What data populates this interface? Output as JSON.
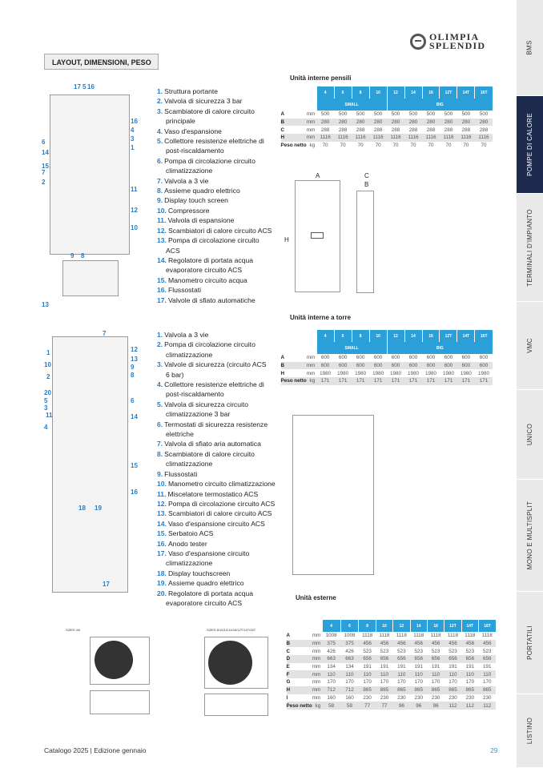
{
  "brand": {
    "line1": "OLIMPIA",
    "line2": "SPLENDID"
  },
  "section_title": "LAYOUT, DIMENSIONI, PESO",
  "sidebar": [
    {
      "label": "BMS"
    },
    {
      "label": "POMPE DI CALORE",
      "active": true
    },
    {
      "label": "TERMINALI D'IMPIANTO"
    },
    {
      "label": "VMC"
    },
    {
      "label": "UNICO"
    },
    {
      "label": "MONO E MULTISPLIT"
    },
    {
      "label": "PORTATILI"
    },
    {
      "label": "LISTINO"
    }
  ],
  "list1": [
    "Struttura portante",
    "Valvola di sicurezza 3 bar",
    "Scambiatore di calore circuito|principale",
    "Vaso d'espansione",
    "Collettore resistenze elettriche di|post-riscaldamento",
    "Pompa di circolazione circuito|climatizzazione",
    "Valvola a 3 vie",
    "Assieme quadro elettrico",
    "Display touch screen",
    "Compressore",
    "Valvola di espansione",
    "Scambiatori di calore circuito ACS",
    "Pompa di circolazione circuito|ACS",
    "Regolatore di portata acqua|evaporatore circuito ACS",
    "Manometro circuito acqua",
    "Flussostati",
    "Valvole di sfiato automatiche"
  ],
  "list2": [
    "Valvola a 3 vie",
    "Pompa di circolazione circuito|climatizzazione",
    "Valvole di sicurezza (circuito ACS|6 bar)",
    "Collettore resistenze elettriche di|post-riscaldamento",
    "Valvola di sicurezza circuito|climatizzazione 3 bar",
    "Termostati di sicurezza resistenze|elettriche",
    "Valvola di sfiato aria automatica",
    "Scambiatore di calore circuito|climatizzazione",
    "Flussostati",
    "Manometro circuito climatizzazione",
    "Miscelatore termostatico ACS",
    "Pompa di circolazione circuito ACS",
    "Scambiatori di calore circuito ACS",
    "Vaso d'espansione circuito ACS",
    "Serbatoio ACS",
    "Anodo tester",
    "Vaso d'espansione circuito|climatizzazione",
    "Display touchscreen",
    "Assieme quadro elettrico",
    "Regolatore di portata acqua|evaporatore circuito ACS"
  ],
  "diagram1_callouts": [
    "17",
    "5",
    "16",
    "16",
    "4",
    "3",
    "1",
    "6",
    "14",
    "15",
    "7",
    "2",
    "11",
    "12",
    "10",
    "9",
    "8",
    "13"
  ],
  "diagram2_callouts": [
    "7",
    "1",
    "10",
    "2",
    "20",
    "5",
    "3",
    "11",
    "4",
    "12",
    "13",
    "9",
    "8",
    "6",
    "14",
    "15",
    "16",
    "18",
    "19",
    "17"
  ],
  "outdoor_labels": {
    "small": "SIZES 4/6",
    "big": "SIZES 8/10/12/14/16/12T/14T/16T"
  },
  "dim_letters": {
    "a": "A",
    "b": "B",
    "c": "C",
    "h": "H"
  },
  "tables": [
    {
      "title": "Unità interne pensili",
      "sizes": [
        "4",
        "6",
        "8",
        "10",
        "12",
        "14",
        "16",
        "12T",
        "14T",
        "16T"
      ],
      "groups": [
        "SMALL",
        "BIG"
      ],
      "rows": [
        {
          "label": "A",
          "unit": "mm",
          "values": [
            "500",
            "500",
            "500",
            "500",
            "500",
            "500",
            "500",
            "500",
            "500",
            "500"
          ]
        },
        {
          "label": "B",
          "unit": "mm",
          "values": [
            "280",
            "280",
            "280",
            "280",
            "280",
            "280",
            "280",
            "280",
            "280",
            "280"
          ]
        },
        {
          "label": "C",
          "unit": "mm",
          "values": [
            "288",
            "288",
            "288",
            "288",
            "288",
            "288",
            "288",
            "288",
            "288",
            "288"
          ]
        },
        {
          "label": "H",
          "unit": "mm",
          "values": [
            "1116",
            "1116",
            "1116",
            "1116",
            "1116",
            "1116",
            "1116",
            "1116",
            "1116",
            "1116"
          ]
        },
        {
          "label": "Peso netto",
          "unit": "kg",
          "values": [
            "70",
            "70",
            "70",
            "70",
            "70",
            "70",
            "70",
            "70",
            "70",
            "70"
          ]
        }
      ]
    },
    {
      "title": "Unità interne a torre",
      "sizes": [
        "4",
        "6",
        "8",
        "10",
        "12",
        "14",
        "16",
        "12T",
        "14T",
        "16T"
      ],
      "groups": [
        "SMALL",
        "BIG"
      ],
      "rows": [
        {
          "label": "A",
          "unit": "mm",
          "values": [
            "600",
            "600",
            "600",
            "600",
            "600",
            "600",
            "600",
            "600",
            "600",
            "600"
          ]
        },
        {
          "label": "B",
          "unit": "mm",
          "values": [
            "600",
            "600",
            "600",
            "600",
            "600",
            "600",
            "600",
            "600",
            "600",
            "600"
          ]
        },
        {
          "label": "H",
          "unit": "mm",
          "values": [
            "1980",
            "1980",
            "1980",
            "1980",
            "1980",
            "1980",
            "1980",
            "1980",
            "1980",
            "1980"
          ]
        },
        {
          "label": "Peso netto",
          "unit": "kg",
          "values": [
            "171",
            "171",
            "171",
            "171",
            "171",
            "171",
            "171",
            "171",
            "171",
            "171"
          ]
        }
      ]
    },
    {
      "title": "Unità esterne",
      "sizes": [
        "4",
        "6",
        "8",
        "10",
        "12",
        "14",
        "16",
        "12T",
        "14T",
        "16T"
      ],
      "groups": [],
      "rows": [
        {
          "label": "A",
          "unit": "mm",
          "values": [
            "1008",
            "1008",
            "1118",
            "1118",
            "1118",
            "1118",
            "1118",
            "1118",
            "1118",
            "1118"
          ]
        },
        {
          "label": "B",
          "unit": "mm",
          "values": [
            "375",
            "375",
            "456",
            "456",
            "456",
            "456",
            "456",
            "456",
            "456",
            "456"
          ]
        },
        {
          "label": "C",
          "unit": "mm",
          "values": [
            "426",
            "426",
            "523",
            "523",
            "523",
            "523",
            "523",
            "523",
            "523",
            "523"
          ]
        },
        {
          "label": "D",
          "unit": "mm",
          "values": [
            "663",
            "663",
            "656",
            "656",
            "656",
            "656",
            "656",
            "656",
            "656",
            "656"
          ]
        },
        {
          "label": "E",
          "unit": "mm",
          "values": [
            "134",
            "134",
            "191",
            "191",
            "191",
            "191",
            "191",
            "191",
            "191",
            "191"
          ]
        },
        {
          "label": "F",
          "unit": "mm",
          "values": [
            "110",
            "110",
            "110",
            "110",
            "110",
            "110",
            "110",
            "110",
            "110",
            "110"
          ]
        },
        {
          "label": "G",
          "unit": "mm",
          "values": [
            "170",
            "170",
            "170",
            "170",
            "170",
            "170",
            "170",
            "170",
            "170",
            "170"
          ]
        },
        {
          "label": "H",
          "unit": "mm",
          "values": [
            "712",
            "712",
            "865",
            "865",
            "865",
            "865",
            "865",
            "865",
            "865",
            "865"
          ]
        },
        {
          "label": "I",
          "unit": "mm",
          "values": [
            "160",
            "160",
            "230",
            "230",
            "230",
            "230",
            "230",
            "230",
            "230",
            "230"
          ]
        },
        {
          "label": "Peso netto",
          "unit": "kg",
          "values": [
            "58",
            "58",
            "77",
            "77",
            "96",
            "96",
            "96",
            "112",
            "112",
            "112"
          ]
        }
      ]
    }
  ],
  "footer": {
    "left": "Catalogo 2025 | Edizione gennaio",
    "page": "29"
  },
  "colors": {
    "accent": "#2a9fd8",
    "navy": "#1d2b4f",
    "number": "#2a7cc2"
  }
}
